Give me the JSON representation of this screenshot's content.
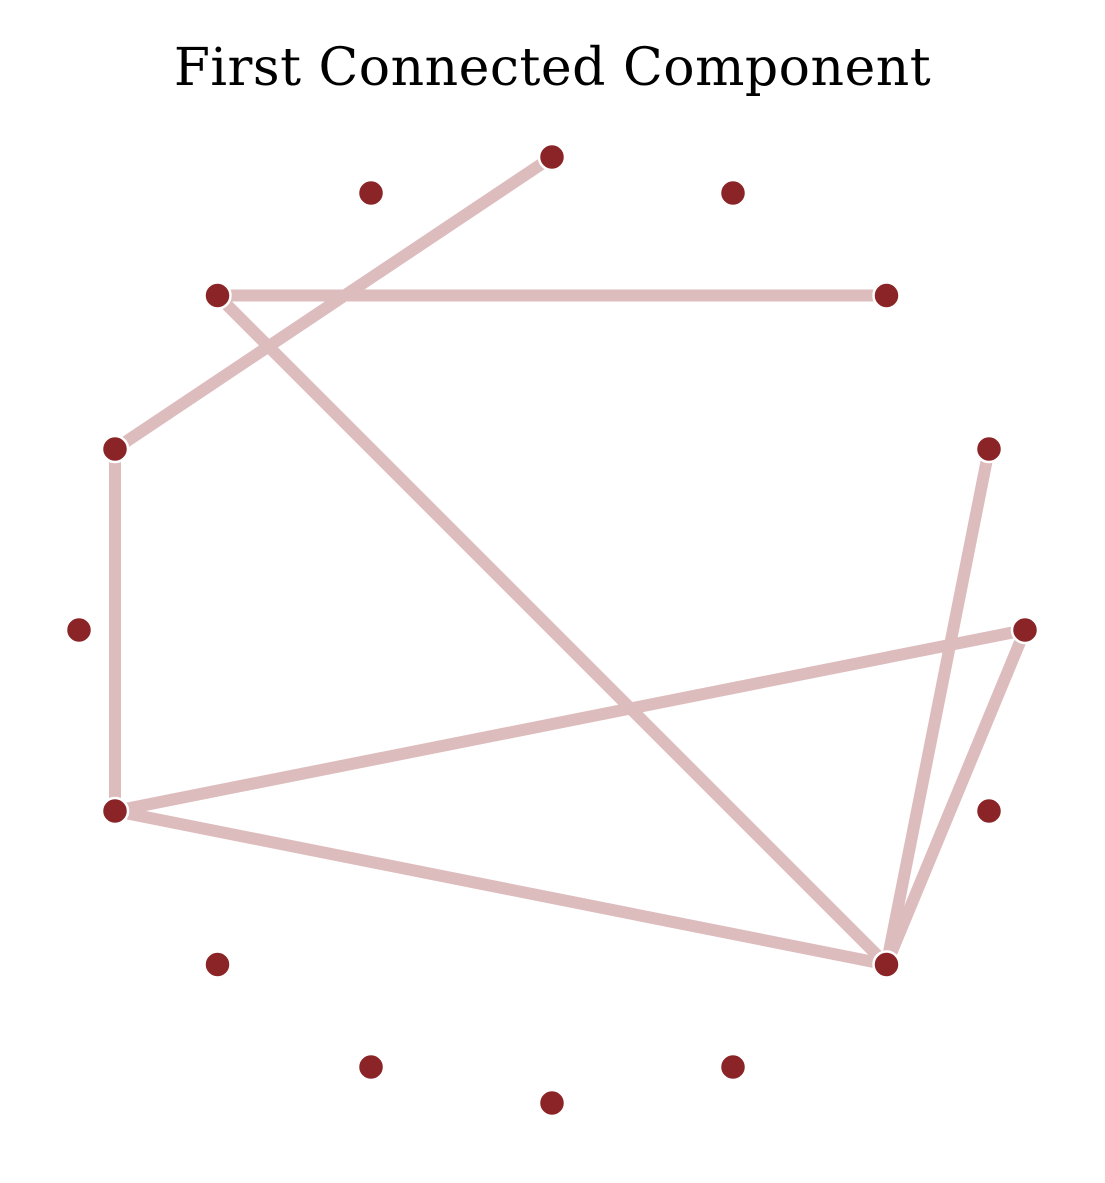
{
  "title": "First Connected Component",
  "colors": {
    "node_fill": "#8b2427",
    "node_stroke": "#ffffff",
    "edge": "#ddbcbe",
    "background": "#ffffff"
  },
  "graph": {
    "layout": "circular",
    "node_count": 16,
    "edges": [
      [
        2,
        5
      ],
      [
        2,
        4
      ],
      [
        2,
        10
      ],
      [
        2,
        13
      ],
      [
        4,
        13
      ],
      [
        6,
        10
      ],
      [
        11,
        13
      ],
      [
        11,
        8
      ]
    ]
  }
}
